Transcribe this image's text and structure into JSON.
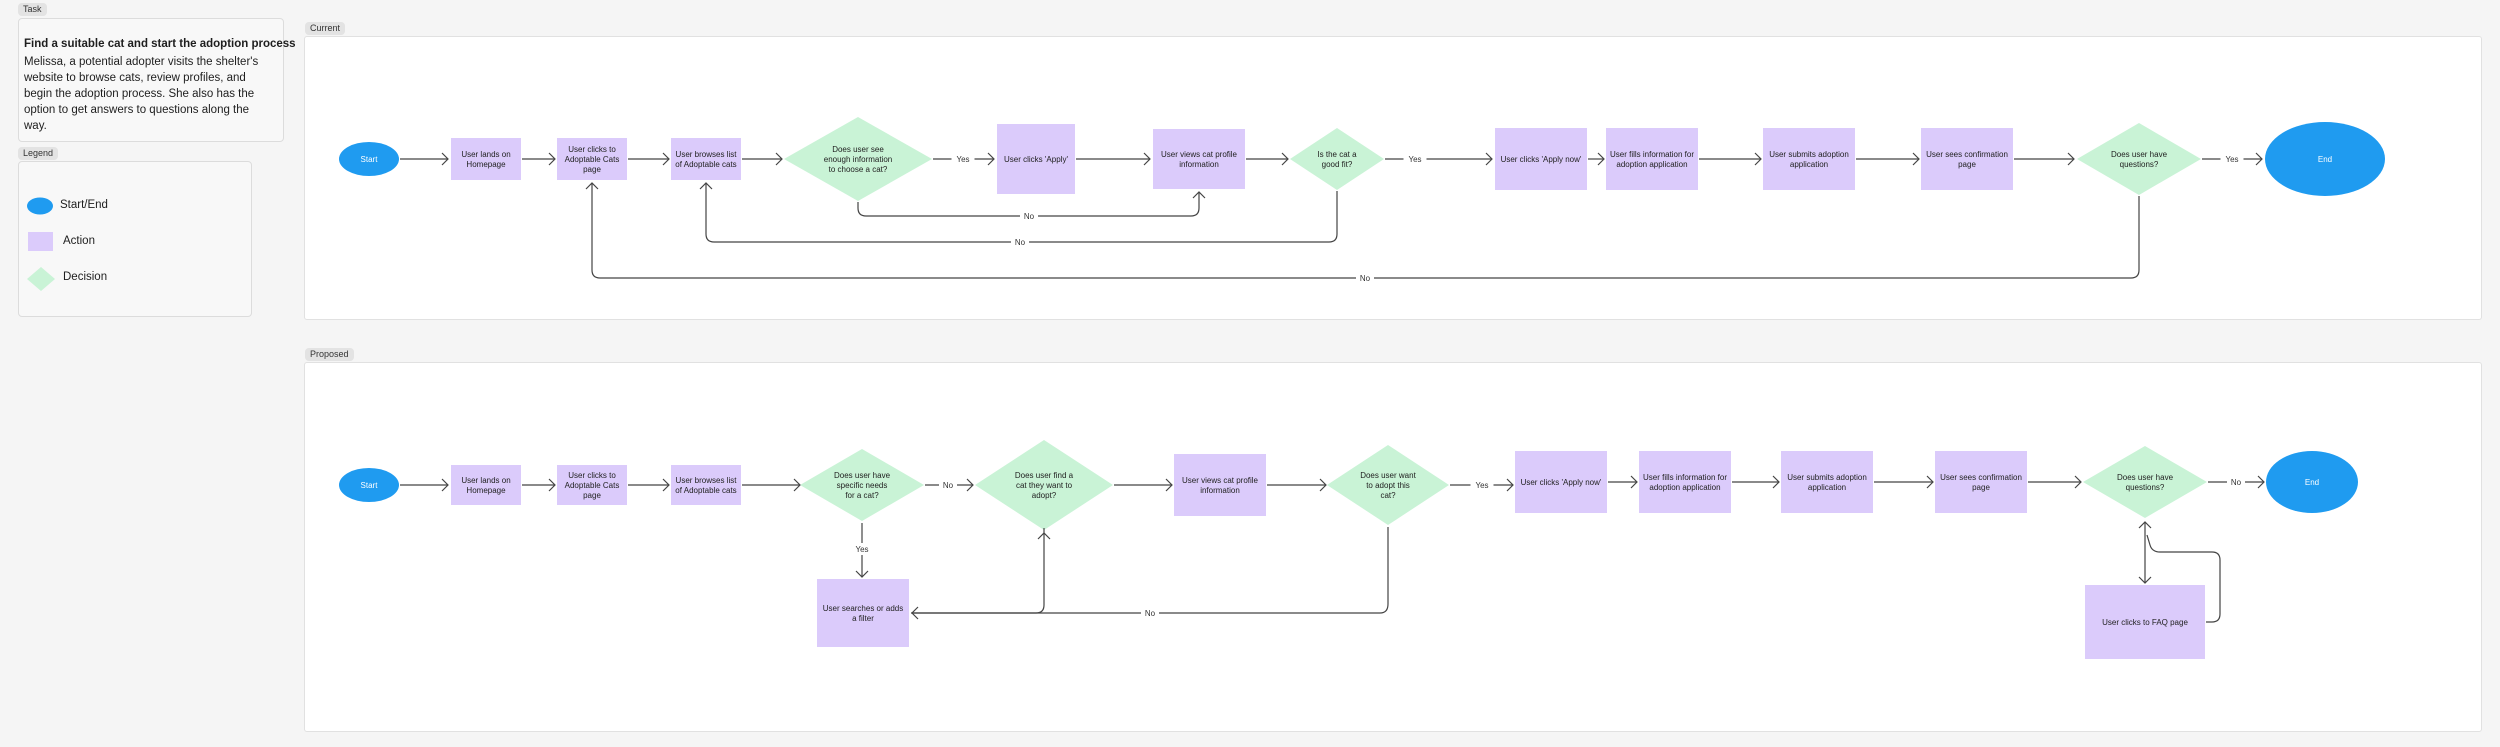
{
  "colors": {
    "start_end": "#1f9bf0",
    "action": "#dbcbfb",
    "decision": "#c9f3d6",
    "edge": "#444444"
  },
  "task": {
    "tag": "Task",
    "title": "Find a suitable cat and start the adoption process",
    "body": "Melissa, a potential adopter visits the shelter's website to browse cats, review profiles, and begin the adoption process. She also has the option to get answers to questions along the way."
  },
  "legend": {
    "tag": "Legend",
    "items": [
      {
        "shape": "start-end",
        "label": "Start/End"
      },
      {
        "shape": "action",
        "label": "Action"
      },
      {
        "shape": "decision",
        "label": "Decision"
      }
    ]
  },
  "current": {
    "tag": "Current",
    "nodes": [
      {
        "id": "c_start",
        "kind": "start",
        "text": "Start"
      },
      {
        "id": "c_home",
        "kind": "action",
        "text": "User lands on\nHomepage"
      },
      {
        "id": "c_adoptable",
        "kind": "action",
        "text": "User clicks to\nAdoptable Cats\npage"
      },
      {
        "id": "c_browse",
        "kind": "action",
        "text": "User browses list\nof Adoptable cats"
      },
      {
        "id": "c_enough",
        "kind": "decision",
        "text": "Does user see\nenough information\nto choose a cat?"
      },
      {
        "id": "c_apply",
        "kind": "action",
        "text": "User clicks 'Apply'"
      },
      {
        "id": "c_profile",
        "kind": "action",
        "text": "User views cat profile\ninformation"
      },
      {
        "id": "c_goodfit",
        "kind": "decision",
        "text": "Is the cat a\ngood fit?"
      },
      {
        "id": "c_applynow",
        "kind": "action",
        "text": "User clicks 'Apply now'"
      },
      {
        "id": "c_fills",
        "kind": "action",
        "text": "User fills information for\nadoption application"
      },
      {
        "id": "c_submits",
        "kind": "action",
        "text": "User submits adoption\napplication"
      },
      {
        "id": "c_confirm",
        "kind": "action",
        "text": "User sees confirmation\npage"
      },
      {
        "id": "c_questions",
        "kind": "decision",
        "text": "Does user have\nquestions?"
      },
      {
        "id": "c_end",
        "kind": "end",
        "text": "End"
      }
    ],
    "edge_labels": [
      "Yes",
      "No",
      "No",
      "Yes",
      "No",
      "Yes"
    ]
  },
  "proposed": {
    "tag": "Proposed",
    "nodes": [
      {
        "id": "p_start",
        "kind": "start",
        "text": "Start"
      },
      {
        "id": "p_home",
        "kind": "action",
        "text": "User lands on\nHomepage"
      },
      {
        "id": "p_adoptable",
        "kind": "action",
        "text": "User clicks to\nAdoptable Cats\npage"
      },
      {
        "id": "p_browse",
        "kind": "action",
        "text": "User browses list\nof Adoptable cats"
      },
      {
        "id": "p_needs",
        "kind": "decision",
        "text": "Does user have\nspecific needs\nfor a cat?"
      },
      {
        "id": "p_find",
        "kind": "decision",
        "text": "Does user find a\ncat they want to\nadopt?"
      },
      {
        "id": "p_profile",
        "kind": "action",
        "text": "User views cat profile\ninformation"
      },
      {
        "id": "p_want",
        "kind": "decision",
        "text": "Does user want\nto adopt this\ncat?"
      },
      {
        "id": "p_applynow",
        "kind": "action",
        "text": "User clicks 'Apply now'"
      },
      {
        "id": "p_fills",
        "kind": "action",
        "text": "User fills information for\nadoption application"
      },
      {
        "id": "p_submits",
        "kind": "action",
        "text": "User submits adoption\napplication"
      },
      {
        "id": "p_confirm",
        "kind": "action",
        "text": "User sees confirmation\npage"
      },
      {
        "id": "p_questions",
        "kind": "decision",
        "text": "Does user have\nquestions?"
      },
      {
        "id": "p_end",
        "kind": "end",
        "text": "End"
      },
      {
        "id": "p_filter",
        "kind": "action",
        "text": "User searches or adds\na filter"
      },
      {
        "id": "p_faq",
        "kind": "action",
        "text": "User clicks to FAQ page"
      }
    ],
    "edge_labels": [
      "No",
      "Yes",
      "Yes",
      "No",
      "No"
    ]
  }
}
